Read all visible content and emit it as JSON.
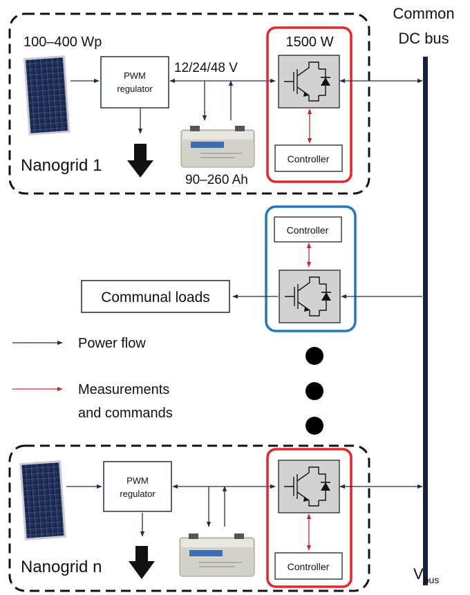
{
  "bus": {
    "title_line1": "Common",
    "title_line2": "DC bus",
    "voltage_main": "V",
    "voltage_sub": "bus"
  },
  "nanogrid1": {
    "pv_power": "100–400 Wp",
    "voltage": "12/24/48 V",
    "regulator_line1": "PWM",
    "regulator_line2": "regulator",
    "battery_capacity": "90–260 Ah",
    "converter_power": "1500 W",
    "controller": "Controller",
    "name": "Nanogrid 1"
  },
  "communal": {
    "controller": "Controller",
    "loads": "Communal loads"
  },
  "nanogrid_n": {
    "regulator_line1": "PWM",
    "regulator_line2": "regulator",
    "controller": "Controller",
    "name": "Nanogrid n"
  },
  "legend": {
    "power_flow": "Power flow",
    "measurements_line1": "Measurements",
    "measurements_line2": "and commands"
  },
  "colors": {
    "power_arrow": "#1f2d4d",
    "measurement_arrow": "#c0282b",
    "grid_converter_frame": "#e8232a",
    "communal_converter_frame": "#1f78c1",
    "converter_fill": "#d2d2d2",
    "bus": "#16233f"
  }
}
